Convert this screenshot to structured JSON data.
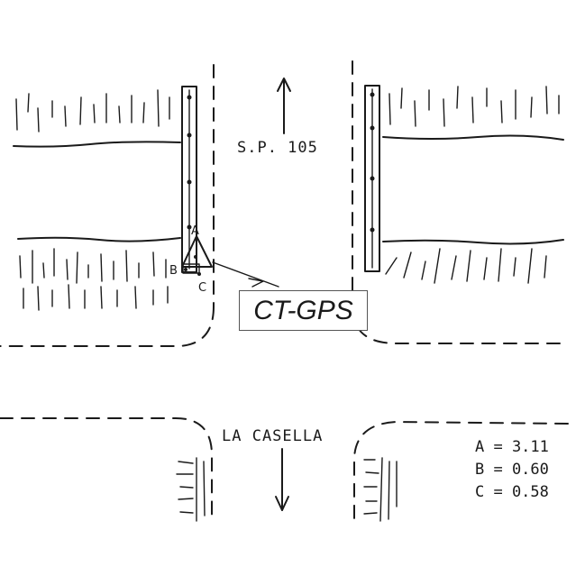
{
  "roads": {
    "north": "S.P. 105",
    "south": "LA CASELLA"
  },
  "marker": {
    "label": "CT-GPS",
    "points": {
      "a": "A",
      "b": "B",
      "c": "C"
    }
  },
  "values": [
    {
      "key": "A",
      "text": "A = 3.11"
    },
    {
      "key": "B",
      "text": "B = 0.60"
    },
    {
      "key": "C",
      "text": "C = 0.58"
    }
  ]
}
